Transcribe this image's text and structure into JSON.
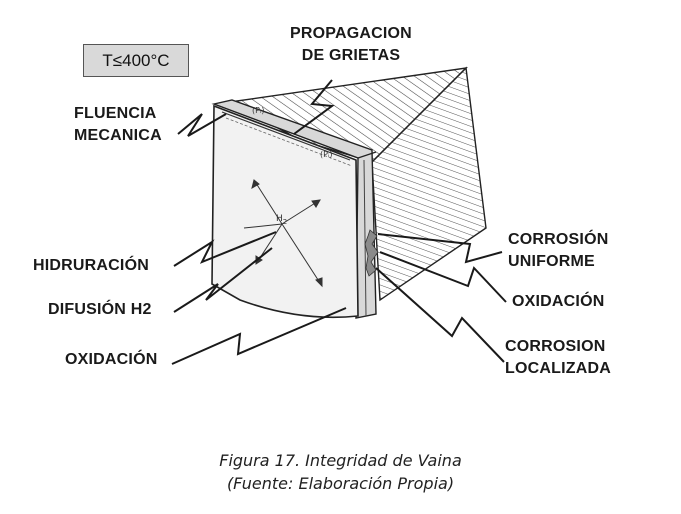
{
  "temperature_box": {
    "text": "T≤400°C"
  },
  "labels": {
    "propagacion_line1": "PROPAGACION",
    "propagacion_line2": "DE GRIETAS",
    "fluencia_line1": "FLUENCIA",
    "fluencia_line2": "MECANICA",
    "hidruracion": "HIDRURACIÓN",
    "difusion": "DIFUSIÓN H2",
    "oxidacion_left": "OXIDACIÓN",
    "corrosion_uniforme_line1": "CORROSIÓN",
    "corrosion_uniforme_line2": "UNIFORME",
    "oxidacion_right": "OXIDACIÓN",
    "corrosion_localizada_line1": "CORROSION",
    "corrosion_localizada_line2": "LOCALIZADA"
  },
  "inner_marks": {
    "h2": "H",
    "h2_sub": "2",
    "p1": "(Pᵢ)",
    "p2": "(Pᵢ)"
  },
  "caption": {
    "line1": "Figura 17. Integridad de Vaina",
    "line2": "(Fuente: Elaboración Propia)"
  }
}
